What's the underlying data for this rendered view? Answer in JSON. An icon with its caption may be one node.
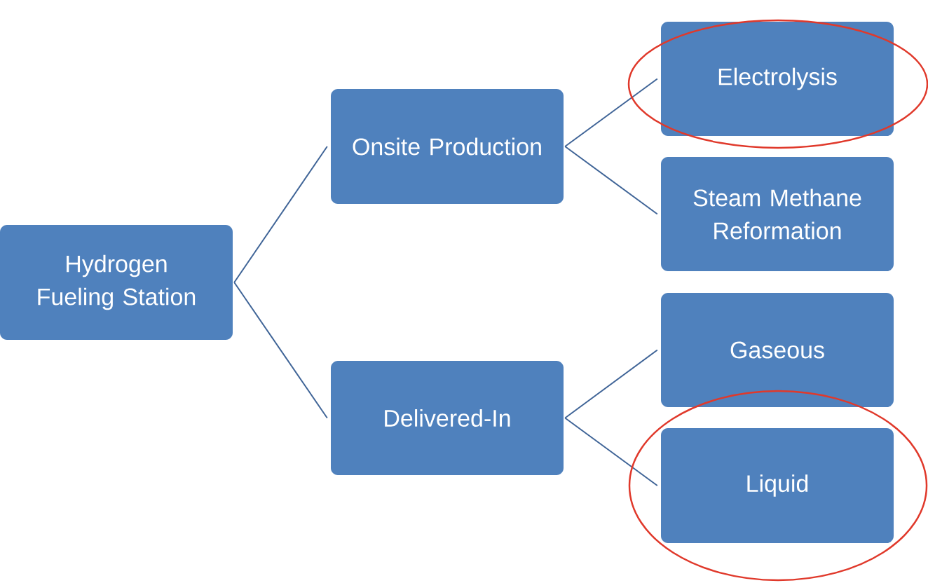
{
  "diagram": {
    "nodes": [
      {
        "text": [
          "Hydrogen Fueling Station"
        ]
      },
      {
        "text": [
          "Onsite Production"
        ]
      },
      {
        "text": [
          "Delivered-In"
        ]
      },
      {
        "text": [
          "Electrolysis"
        ]
      },
      {
        "text": [
          "Steam Methane Reformation"
        ]
      },
      {
        "text": [
          "Gaseous"
        ]
      },
      {
        "text": [
          "Liquid"
        ]
      }
    ],
    "edges": [
      {
        "from": 0,
        "to": 1,
        "arrow": "none"
      },
      {
        "from": 0,
        "to": 2,
        "arrow": "none"
      },
      {
        "from": 1,
        "to": 3,
        "arrow": "none"
      },
      {
        "from": 1,
        "to": 4,
        "arrow": "none"
      },
      {
        "from": 2,
        "to": 5,
        "arrow": "none"
      },
      {
        "from": 2,
        "to": 6,
        "arrow": "none"
      }
    ]
  }
}
